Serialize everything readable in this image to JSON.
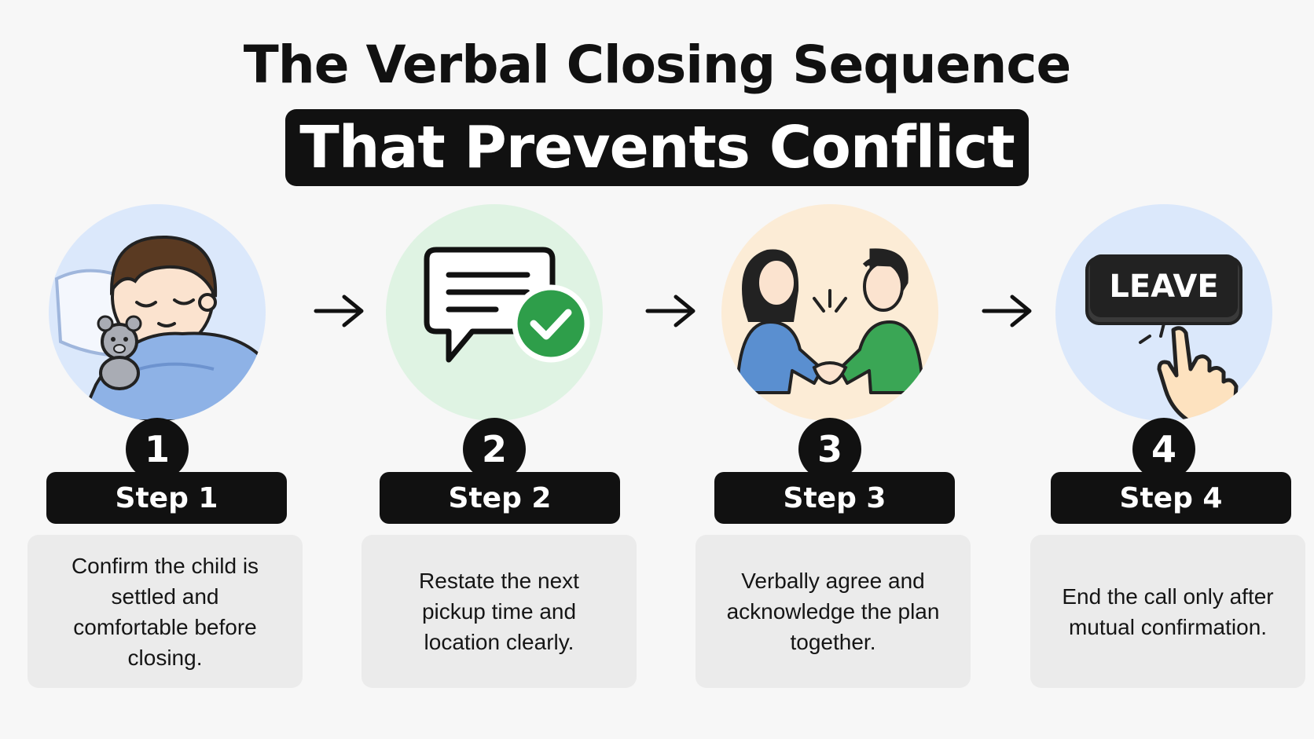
{
  "title": {
    "line1": "The Verbal Closing Sequence",
    "line2": "That Prevents Conflict"
  },
  "steps": [
    {
      "number": "1",
      "label": "Step 1",
      "description": "Confirm the child is settled and comfortable before closing.",
      "illustration": "sleeping-child-icon",
      "circle_color": "#dbe8fb"
    },
    {
      "number": "2",
      "label": "Step 2",
      "description": "Restate the next pickup time and location clearly.",
      "illustration": "chat-bubble-check-icon",
      "circle_color": "#dff3e3"
    },
    {
      "number": "3",
      "label": "Step 3",
      "description": "Verbally agree and acknowledge the plan together.",
      "illustration": "handshake-icon",
      "circle_color": "#fcecd6"
    },
    {
      "number": "4",
      "label": "Step 4",
      "description": "End the call only after mutual confirmation.",
      "illustration": "leave-button-hand-icon",
      "circle_color": "#dbe8fb",
      "button_text": "LEAVE"
    }
  ],
  "colors": {
    "accent_dark": "#111111",
    "check_green": "#2e9e4a",
    "shirt_blue": "#5a8fd0",
    "shirt_green": "#3aa655"
  }
}
